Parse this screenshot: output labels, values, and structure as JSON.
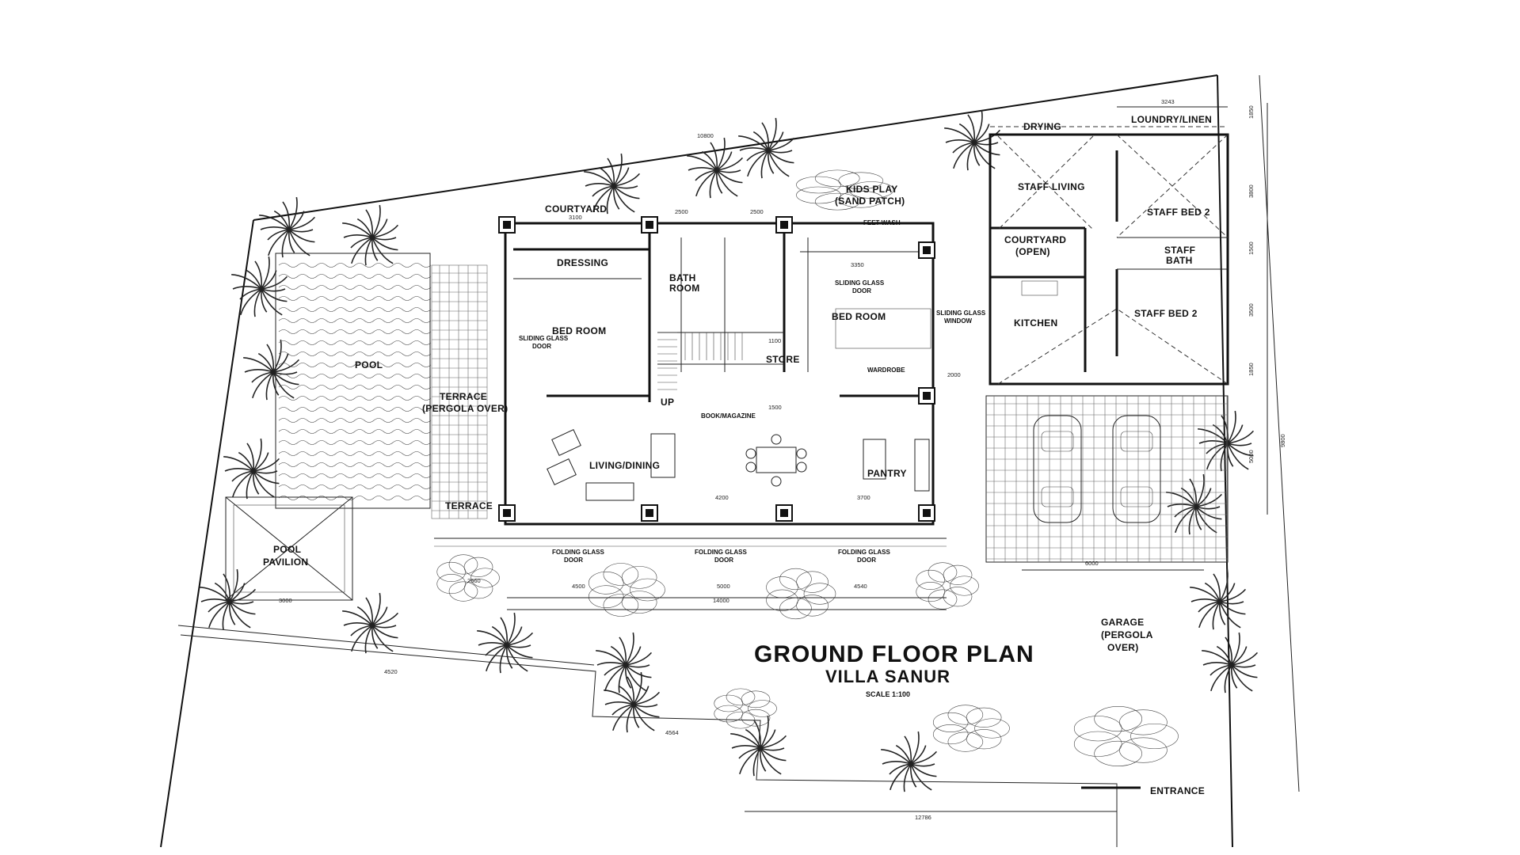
{
  "title": "GROUND FLOOR PLAN",
  "subtitle": "VILLA SANUR",
  "scale": "SCALE 1:100",
  "rooms": {
    "courtyard": "COURTYARD",
    "dressing": "DRESSING",
    "bath_room_1": "BATH",
    "bath_room_2": "ROOM",
    "bed_room_left": "BED ROOM",
    "bed_room_right": "BED ROOM",
    "pool": "POOL",
    "terrace_top_1": "TERRACE",
    "terrace_top_2": "(PERGOLA OVER)",
    "terrace_bottom": "TERRACE",
    "pool_pavilion_1": "POOL",
    "pool_pavilion_2": "PAVILION",
    "living_dining": "LIVING/DINING",
    "pantry": "PANTRY",
    "store": "STORE",
    "up": "UP",
    "kids_play_1": "KIDS PLAY",
    "kids_play_2": "(SAND PATCH)",
    "feet_wash": "FEET WASH",
    "drying": "DRYING",
    "laundry": "LOUNDRY/LINEN",
    "staff_living": "STAFF LIVING",
    "staff_bed_top": "STAFF BED 2",
    "staff_bath_1": "STAFF",
    "staff_bath_2": "BATH",
    "courtyard_open_1": "COURTYARD",
    "courtyard_open_2": "(OPEN)",
    "kitchen": "KITCHEN",
    "staff_bed_bottom": "STAFF BED 2",
    "garage_1": "GARAGE",
    "garage_2": "(PERGOLA",
    "garage_3": "OVER)",
    "entrance": "ENTRANCE"
  },
  "notes": {
    "sliding_door_left_1": "SLIDING GLASS",
    "sliding_door_left_2": "DOOR",
    "sliding_door_right_1": "SLIDING GLASS",
    "sliding_door_right_2": "DOOR",
    "sliding_window_1": "SLIDING GLASS",
    "sliding_window_2": "WINDOW",
    "wardrobe": "WARDROBE",
    "book_magazine": "BOOK/MAGAZINE",
    "folding_1a": "FOLDING GLASS",
    "folding_1b": "DOOR",
    "folding_2a": "FOLDING GLASS",
    "folding_2b": "DOOR",
    "folding_3a": "FOLDING GLASS",
    "folding_3b": "DOOR"
  },
  "dimensions": {
    "top_long": "10800",
    "d3243": "3243",
    "d3100": "3100",
    "d2500a": "2500",
    "d2500b": "2500",
    "d3350": "3350",
    "d1100": "1100",
    "d1500": "1500",
    "d2000": "2000",
    "d4200": "4200",
    "d3700": "3700",
    "d2560": "2560",
    "d4500": "4500",
    "d5000": "5000",
    "d4540": "4540",
    "d14000": "14000",
    "d3000": "3000",
    "d6000": "6000",
    "d4564": "4564",
    "d12786": "12786",
    "d4520": "4520",
    "r1850": "1850",
    "r3800": "3800",
    "r1500": "1500",
    "r3500": "3500",
    "r1850b": "1850",
    "r5000": "5000",
    "r9800": "9800"
  }
}
